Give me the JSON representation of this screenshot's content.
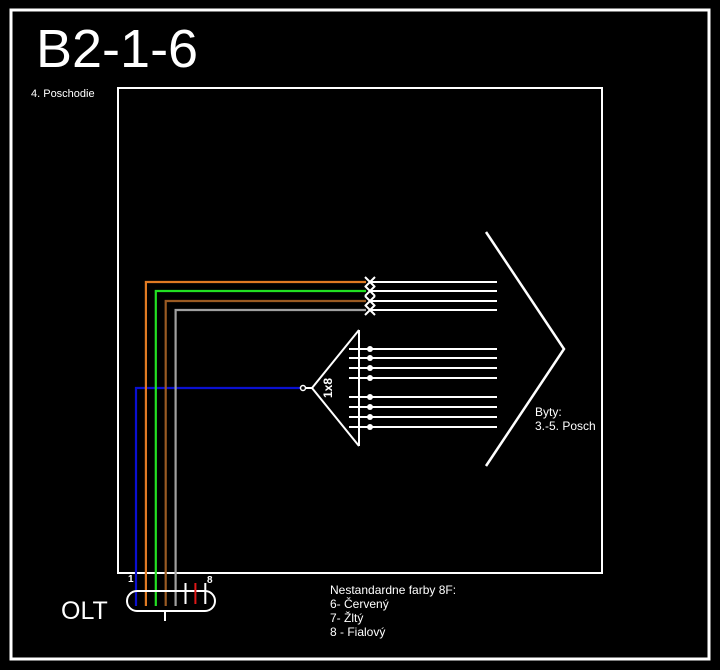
{
  "diagram": {
    "title": "B2-1-6",
    "floor_label": "4. Poschodie",
    "olt_label": "OLT",
    "olt_ports": {
      "first": "1",
      "last": "8"
    },
    "splitter_label": "1x8",
    "destination": {
      "line1": "Byty:",
      "line2": "3.-5. Posch"
    },
    "legend": {
      "heading": "Nestandardne farby 8F:",
      "items": [
        "6- Červený",
        "7- Žltý",
        "8 - Fialový"
      ]
    },
    "fibers": [
      {
        "port": 1,
        "color": "#0a10d0",
        "role": "splitter-feed"
      },
      {
        "port": 2,
        "color": "#e07a22",
        "role": "direct"
      },
      {
        "port": 3,
        "color": "#22e022",
        "role": "direct"
      },
      {
        "port": 4,
        "color": "#9a5a22",
        "role": "direct"
      },
      {
        "port": 5,
        "color": "#a0a0a0",
        "role": "direct"
      },
      {
        "port": 6,
        "color": "#ffffff",
        "role": "unused"
      },
      {
        "port": 7,
        "color": "#e01818",
        "role": "unused"
      },
      {
        "port": 8,
        "color": "#ffffff",
        "role": "unused"
      }
    ],
    "splitter_outputs": 8,
    "direct_outputs": 4
  }
}
